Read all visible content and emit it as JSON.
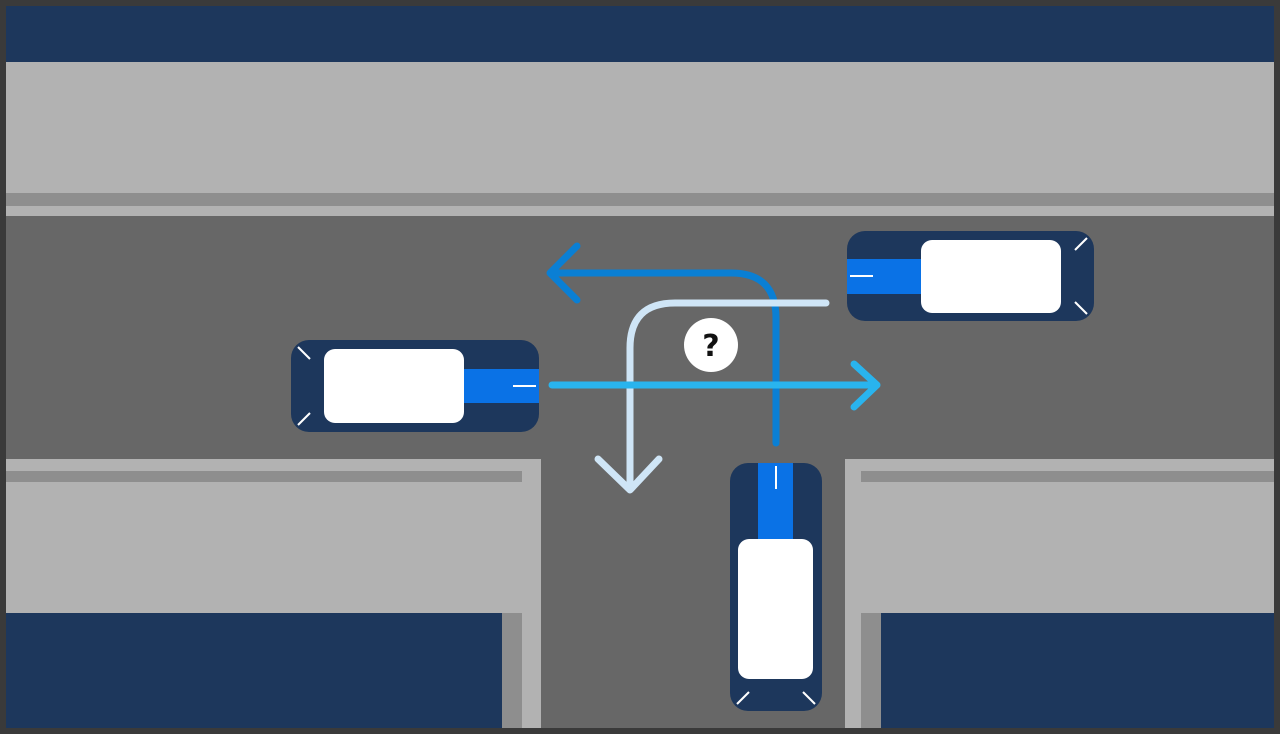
{
  "colors": {
    "frame": "#3a3a3a",
    "block_navy": "#1d375c",
    "sidewalk": "#b2b2b2",
    "curb": "#8e8e8e",
    "road": "#676767",
    "car_body": "#1d375c",
    "car_window": "#ffffff",
    "car_stripe": "#0a72e6",
    "arrow_dark": "#0a7fd4",
    "arrow_light": "#cfe5f6",
    "arrow_bright": "#29b4ee",
    "badge_fill": "#ffffff",
    "badge_text": "#111111"
  },
  "scene": {
    "badge": {
      "label": "?"
    },
    "cars": [
      {
        "id": "car-left",
        "direction": "east"
      },
      {
        "id": "car-right",
        "direction": "west"
      },
      {
        "id": "car-bottom",
        "direction": "north"
      }
    ],
    "paths": [
      {
        "id": "path-bottom-car-left-turn",
        "style": "arrow_dark"
      },
      {
        "id": "path-right-car-left-turn",
        "style": "arrow_light"
      },
      {
        "id": "path-left-car-straight",
        "style": "arrow_bright"
      }
    ]
  }
}
